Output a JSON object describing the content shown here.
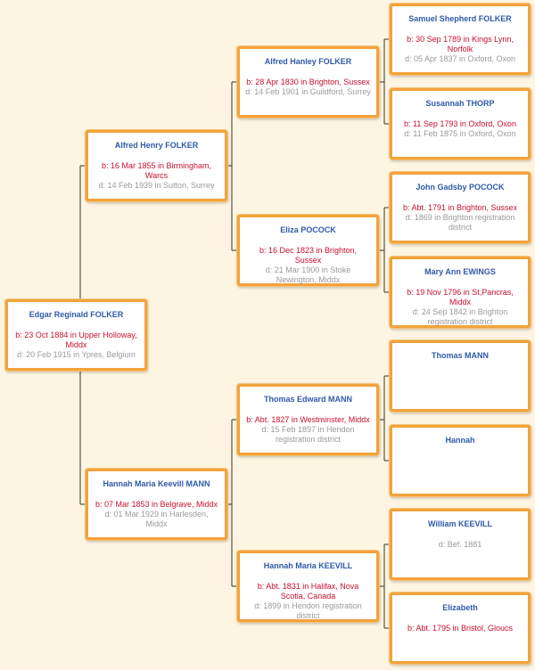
{
  "people": {
    "edgar": {
      "name": "Edgar Reginald FOLKER",
      "birth": "b: 23 Oct 1884 in Upper Holloway, Middx",
      "death": "d: 20 Feb 1915 in Ypres, Belgium"
    },
    "alfred_henry": {
      "name": "Alfred Henry FOLKER",
      "birth": "b: 16 Mar 1855 in Birmingham, Warcs",
      "death": "d: 14 Feb 1939 in Sutton, Surrey"
    },
    "hannah_maria_keevill": {
      "name": "Hannah Maria Keevill MANN",
      "birth": "b: 07 Mar 1853 in Belgrave, Middx",
      "death": "d: 01 Mar 1929 in Harlesden, Middx"
    },
    "alfred_hanley": {
      "name": "Alfred Hanley FOLKER",
      "birth": "b: 28 Apr 1830 in Brighton, Sussex",
      "death": "d: 14 Feb 1901 in Guildford, Surrey"
    },
    "eliza": {
      "name": "Eliza POCOCK",
      "birth": "b: 16 Dec 1823 in Brighton, Sussex",
      "death": "d: 21 Mar 1900 in Stoke Newington, Middx"
    },
    "thomas_edward": {
      "name": "Thomas Edward MANN",
      "birth": "b: Abt. 1827 in Westminster, Middx",
      "death": "d: 15 Feb 1897 in Hendon registration district"
    },
    "hannah_keevill": {
      "name": "Hannah Maria KEEVILL",
      "birth": "b: Abt. 1831 in Halifax, Nova Scotia, Canada",
      "death": "d: 1899 in Hendon registration district"
    },
    "samuel": {
      "name": "Samuel Shepherd FOLKER",
      "birth": "b: 30 Sep 1789 in Kings Lynn, Norfolk",
      "death": "d: 05 Apr 1837 in Oxford, Oxon"
    },
    "susannah": {
      "name": "Susannah THORP",
      "birth": "b: 11 Sep 1793 in Oxford, Oxon",
      "death": "d: 11 Feb 1875 in Oxford, Oxon"
    },
    "john": {
      "name": "John Gadsby POCOCK",
      "birth": "b: Abt. 1791 in Brighton, Sussex",
      "death": "d: 1869 in Brighton registration district"
    },
    "mary_ann": {
      "name": "Mary Ann EWINGS",
      "birth": "b: 19 Nov 1796 in St,Pancras, Middx",
      "death": "d: 24 Sep 1842 in Brighton registration district"
    },
    "thomas": {
      "name": "Thomas MANN",
      "birth": "",
      "death": ""
    },
    "hannah": {
      "name": "Hannah",
      "birth": "",
      "death": ""
    },
    "william": {
      "name": "William KEEVILL",
      "birth": "",
      "death": "d: Bef. 1881"
    },
    "elizabeth": {
      "name": "Elizabeth",
      "birth": "b: Abt. 1795 in Bristol, Gloucs",
      "death": ""
    }
  },
  "colors": {
    "name": "#2e5aa8",
    "birth": "#c8102e",
    "death": "#9a9a9a",
    "border": "#f2a33a",
    "background": "#fdf5e1"
  }
}
